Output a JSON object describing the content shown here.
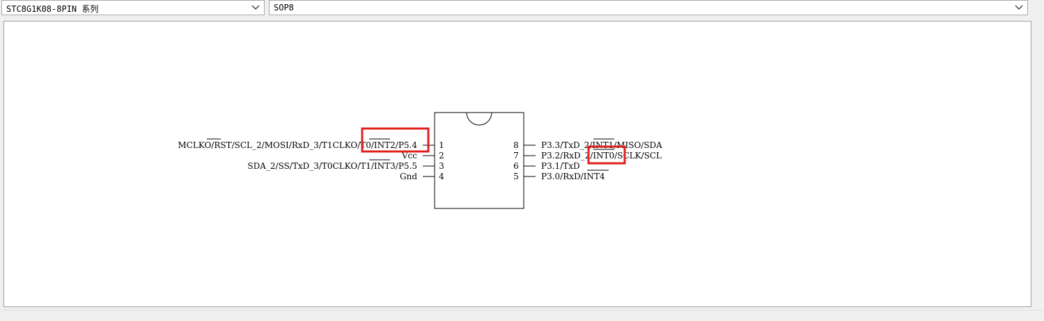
{
  "toolbar": {
    "series_select": {
      "value": "STC8G1K08-8PIN 系列"
    },
    "package_select": {
      "value": "SOP8"
    }
  },
  "chip": {
    "left_pins": [
      {
        "number": "1",
        "label": "MCLKO/RST/SCL_2/MOSI/RxD_3/T1CLKO/T0/INT2/P5.4"
      },
      {
        "number": "2",
        "label": "Vcc"
      },
      {
        "number": "3",
        "label": "SDA_2/SS/TxD_3/T0CLKO/T1/INT3/P5.5"
      },
      {
        "number": "4",
        "label": "Gnd"
      }
    ],
    "right_pins": [
      {
        "number": "8",
        "label": "P3.3/TxD_2/INT1/MISO/SDA"
      },
      {
        "number": "7",
        "label": "P3.2/RxD_2/INT0/SCLK/SCL"
      },
      {
        "number": "6",
        "label": "P3.1/TxD"
      },
      {
        "number": "5",
        "label": "P3.0/RxD/INT4"
      }
    ]
  },
  "colors": {
    "highlight": "#e0201e",
    "outline": "#000000"
  }
}
